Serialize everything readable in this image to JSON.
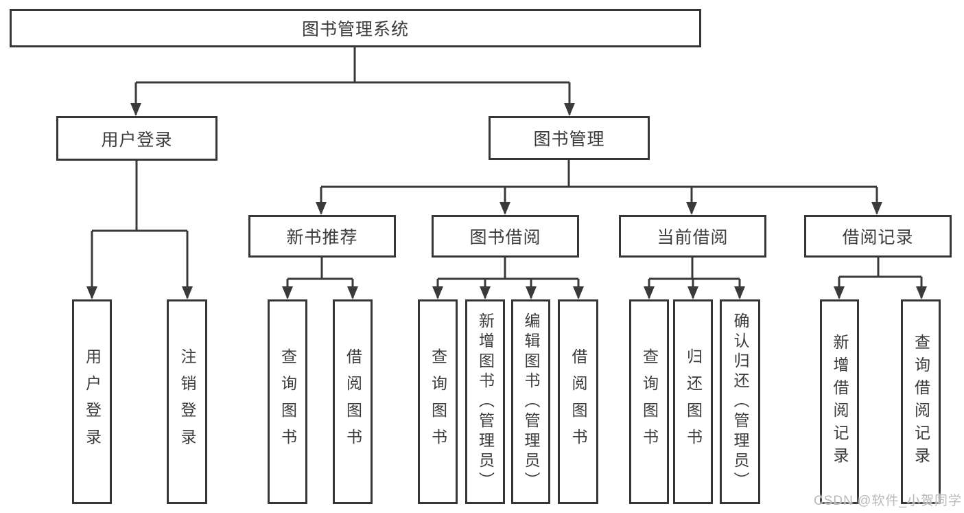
{
  "watermark": "CSDN @软件_小贺同学",
  "colors": {
    "line": "#3a3a3a",
    "box_border": "#363636",
    "text": "#3c3c3c",
    "watermark_text": "#b9b9b9",
    "background": "#ffffff"
  },
  "tree": {
    "root": "图书管理系统",
    "branches": [
      {
        "label": "用户登录",
        "children": [
          {
            "label": "用户登录"
          },
          {
            "label": "注销登录"
          }
        ]
      },
      {
        "label": "图书管理",
        "children": [
          {
            "label": "新书推荐",
            "children": [
              {
                "label": "查询图书"
              },
              {
                "label": "借阅图书"
              }
            ]
          },
          {
            "label": "图书借阅",
            "children": [
              {
                "label": "查询图书"
              },
              {
                "label": "新增图书（管理员）"
              },
              {
                "label": "编辑图书（管理员）"
              },
              {
                "label": "借阅图书"
              }
            ]
          },
          {
            "label": "当前借阅",
            "children": [
              {
                "label": "查询图书"
              },
              {
                "label": "归还图书"
              },
              {
                "label": "确认归还（管理员）"
              }
            ]
          },
          {
            "label": "借阅记录",
            "children": [
              {
                "label": "新增借阅记录"
              },
              {
                "label": "查询借阅记录"
              }
            ]
          }
        ]
      }
    ]
  }
}
